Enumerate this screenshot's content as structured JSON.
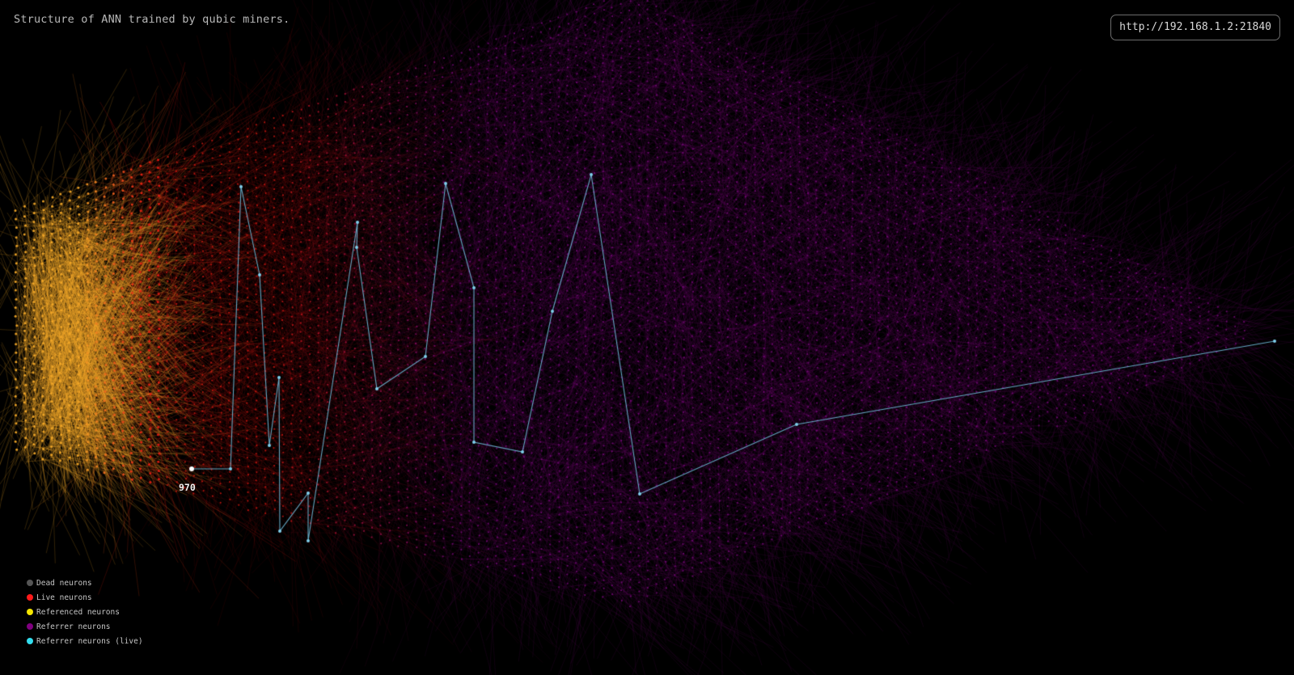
{
  "title": "Structure of ANN trained by qubic miners.",
  "url": "http://192.168.1.2:21840",
  "highlight_node": {
    "label": "970"
  },
  "legend": [
    {
      "label": "Dead neurons",
      "color": "#555555",
      "icon": "gray-dot-icon"
    },
    {
      "label": "Live neurons",
      "color": "#ff1a1a",
      "icon": "red-dot-icon"
    },
    {
      "label": "Referenced neurons",
      "color": "#f5e600",
      "icon": "yellow-dot-icon"
    },
    {
      "label": "Referrer neurons",
      "color": "#800080",
      "icon": "purple-dot-icon"
    },
    {
      "label": "Referrer neurons (live)",
      "color": "#33ddee",
      "icon": "cyan-dot-icon"
    }
  ],
  "colors": {
    "background": "#000000",
    "referenced": "#f2a72a",
    "live": "#e41b12",
    "referrer": "#820a86",
    "referrer_live": "#5fa7c6",
    "dead": "#333333"
  }
}
